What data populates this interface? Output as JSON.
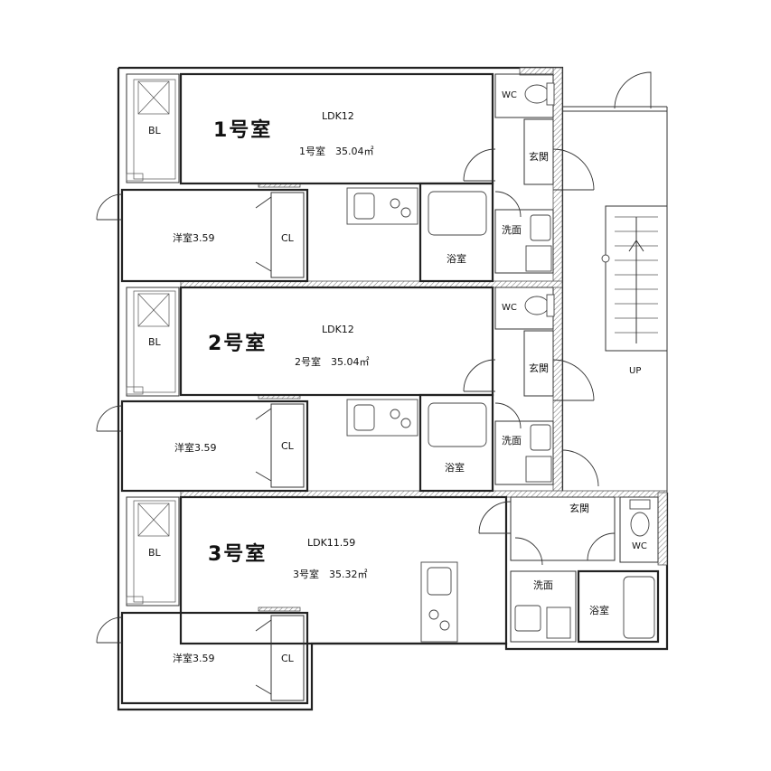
{
  "units": [
    {
      "title": "1号室",
      "title_color": "#2a8fd0",
      "ldk": "LDK12",
      "info": "1号室　35.04㎡",
      "bedroom": "洋室3.59",
      "closet": "CL",
      "balcony": "BL",
      "wc": "WC",
      "entrance": "玄関",
      "washroom": "洗面",
      "bath": "浴室"
    },
    {
      "title": "2号室",
      "title_color": "#1fa58c",
      "ldk": "LDK12",
      "info": "2号室　35.04㎡",
      "bedroom": "洋室3.59",
      "closet": "CL",
      "balcony": "BL",
      "wc": "WC",
      "entrance": "玄関",
      "washroom": "洗面",
      "bath": "浴室"
    },
    {
      "title": "3号室",
      "title_color": "#e07070",
      "ldk": "LDK11.59",
      "info": "3号室　35.32㎡",
      "bedroom": "洋室3.59",
      "closet": "CL",
      "balcony": "BL",
      "wc": "WC",
      "entrance": "玄関",
      "washroom": "洗面",
      "bath": "浴室"
    }
  ],
  "stairs": {
    "label": "UP"
  }
}
